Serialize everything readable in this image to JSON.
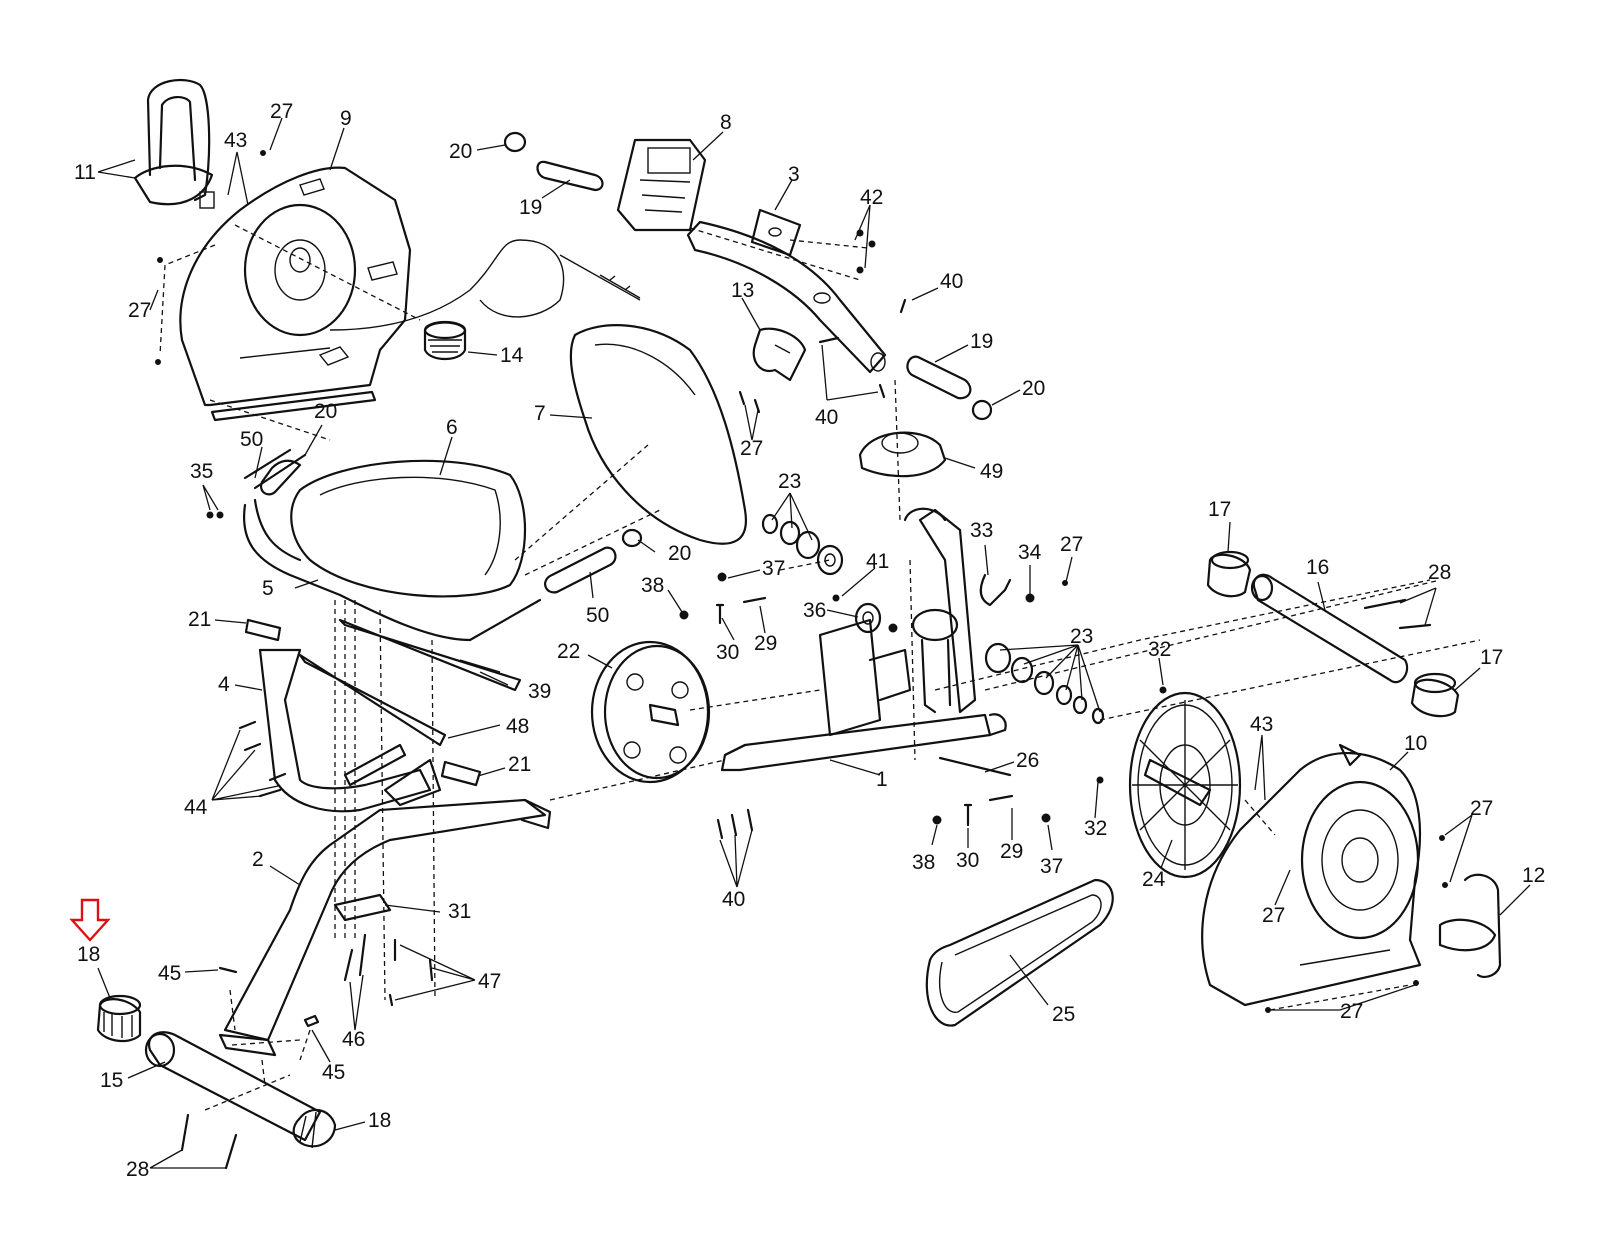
{
  "highlight": {
    "part": "18",
    "color": "#dd1111"
  },
  "labels": {
    "p1": "1",
    "p2": "2",
    "p3": "3",
    "p4": "4",
    "p5": "5",
    "p6": "6",
    "p7": "7",
    "p8": "8",
    "p9": "9",
    "p10": "10",
    "p11": "11",
    "p12": "12",
    "p13": "13",
    "p14": "14",
    "p15": "15",
    "p16": "16",
    "p17a": "17",
    "p17b": "17",
    "p18a": "18",
    "p18b": "18",
    "p19a": "19",
    "p19b": "19",
    "p20a": "20",
    "p20b": "20",
    "p20c": "20",
    "p20d": "20",
    "p21a": "21",
    "p21b": "21",
    "p22": "22",
    "p23a": "23",
    "p23b": "23",
    "p24": "24",
    "p25": "25",
    "p26": "26",
    "p27a": "27",
    "p27b": "27",
    "p27c": "27",
    "p27d": "27",
    "p27e": "27",
    "p27f": "27",
    "p27g": "27",
    "p28a": "28",
    "p28b": "28",
    "p29a": "29",
    "p29b": "29",
    "p30a": "30",
    "p30b": "30",
    "p31": "31",
    "p32a": "32",
    "p32b": "32",
    "p33": "33",
    "p34": "34",
    "p35": "35",
    "p36": "36",
    "p37a": "37",
    "p37b": "37",
    "p38a": "38",
    "p38b": "38",
    "p39": "39",
    "p40a": "40",
    "p40b": "40",
    "p40c": "40",
    "p41": "41",
    "p42": "42",
    "p43a": "43",
    "p43b": "43",
    "p44": "44",
    "p45a": "45",
    "p45b": "45",
    "p46": "46",
    "p47": "47",
    "p48": "48",
    "p49": "49",
    "p50a": "50",
    "p50b": "50"
  }
}
